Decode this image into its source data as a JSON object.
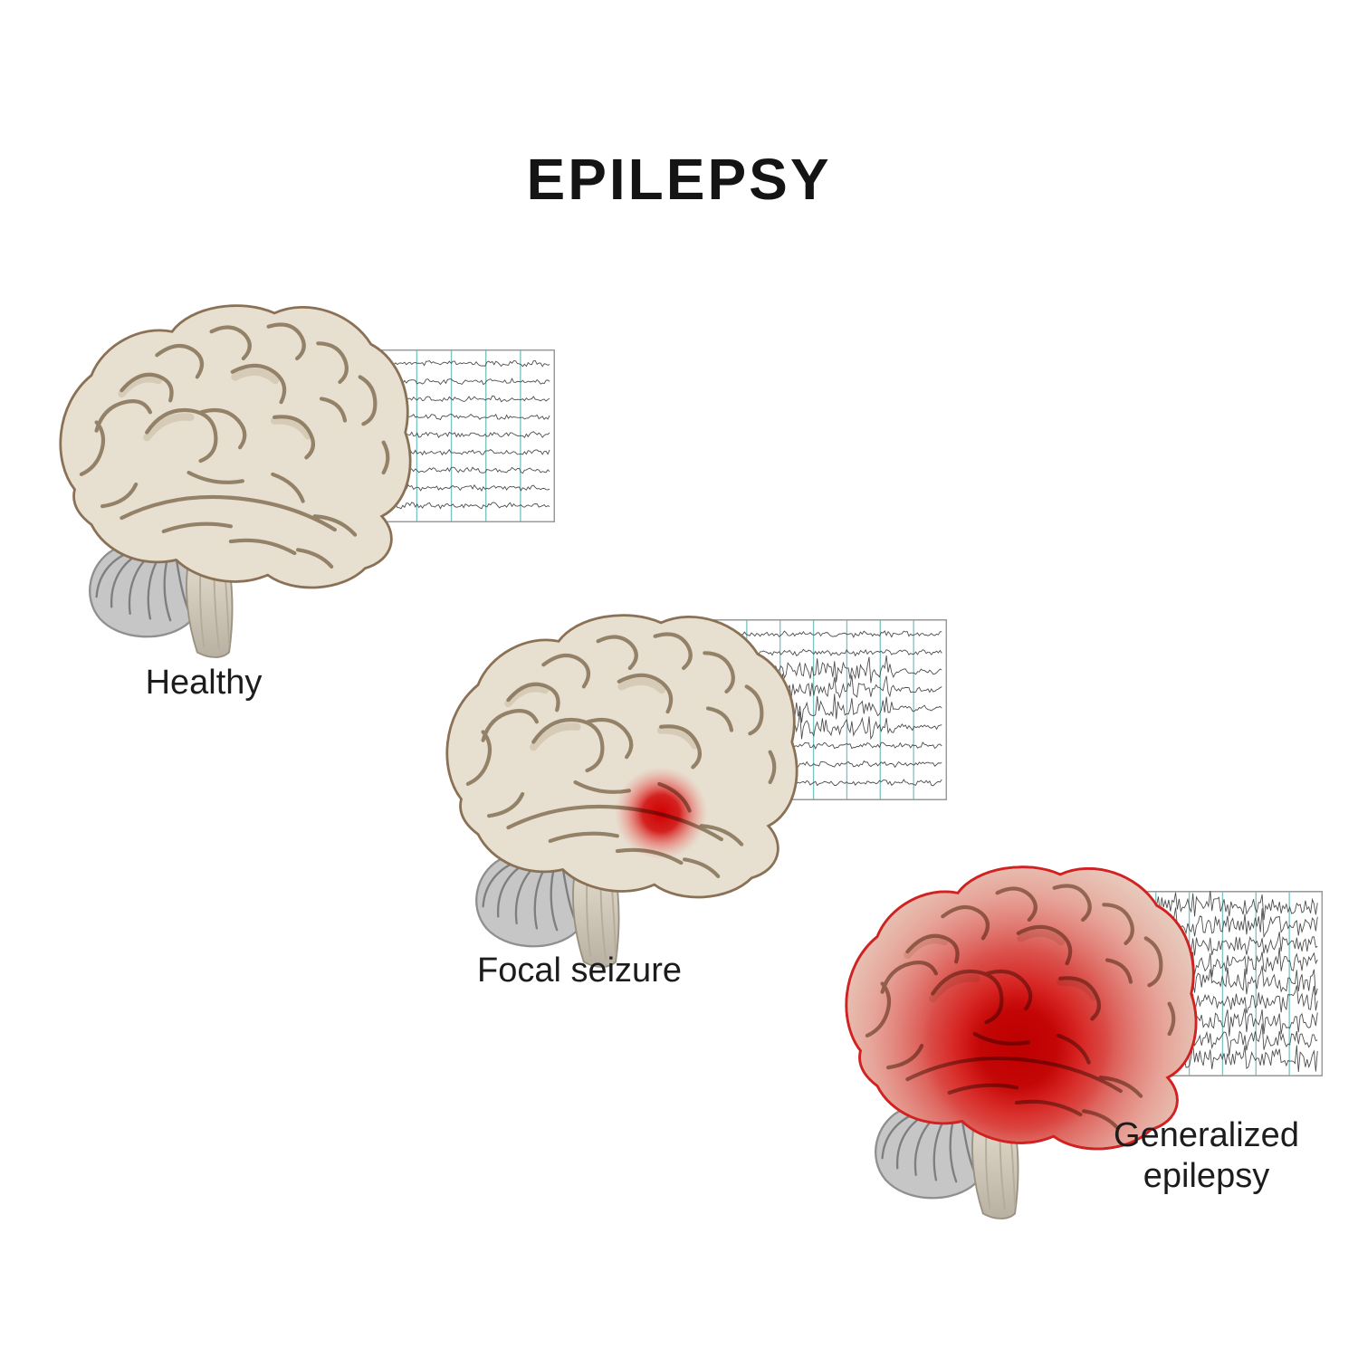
{
  "title": "EPILEPSY",
  "figures": [
    {
      "label": "Healthy",
      "condition": "healthy",
      "eeg_pattern": "normal"
    },
    {
      "label": "Focal seizure",
      "condition": "focal-seizure",
      "eeg_pattern": "focal"
    },
    {
      "label": "Generalized epilepsy",
      "condition": "generalized-epilepsy",
      "eeg_pattern": "generalized"
    }
  ],
  "colors": {
    "background": "#ffffff",
    "title_color": "#141414",
    "brain_beige": "#e7dfd0",
    "outline_brown": "#8a7155",
    "sulci_brown": "#8a775c",
    "cerebellum_gray": "#c6c6c6",
    "eeg_grid_teal": "#7cc4c4",
    "eeg_trace": "#4a4a4a",
    "seizure_red": "#e60000"
  }
}
